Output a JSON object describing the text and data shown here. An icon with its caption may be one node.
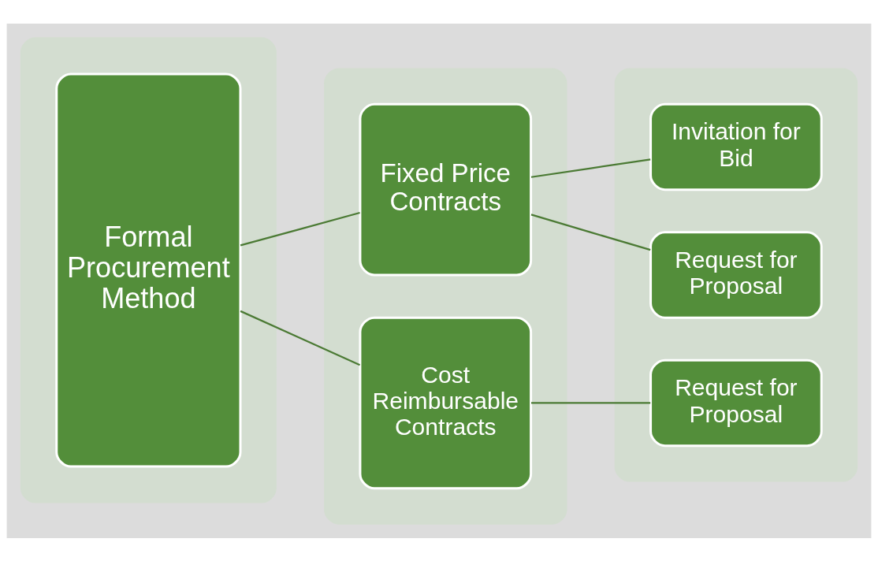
{
  "diagram": {
    "nodes": [
      {
        "text": [],
        "shape": "band"
      },
      {
        "text": [
          "Formal Procurement Method"
        ],
        "in": 0
      },
      {
        "text": [],
        "shape": "band"
      },
      {
        "text": [
          "Fixed Price Contracts"
        ],
        "in": 2
      },
      {
        "text": [
          "Cost Reimbursable Contracts"
        ],
        "in": 2
      },
      {
        "text": [],
        "shape": "band"
      },
      {
        "text": [
          "Invitation for Bid"
        ],
        "in": 5
      },
      {
        "text": [
          "Request for Proposal"
        ],
        "in": 5
      },
      {
        "text": [
          "Request for Proposal"
        ],
        "in": 5
      }
    ],
    "edges": [
      {
        "from": 1,
        "to": 3,
        "arrow": "none"
      },
      {
        "from": 1,
        "to": 4,
        "arrow": "none"
      },
      {
        "from": 3,
        "to": 6,
        "arrow": "none"
      },
      {
        "from": 3,
        "to": 7,
        "arrow": "none"
      },
      {
        "from": 4,
        "to": 8,
        "arrow": "none"
      }
    ]
  }
}
